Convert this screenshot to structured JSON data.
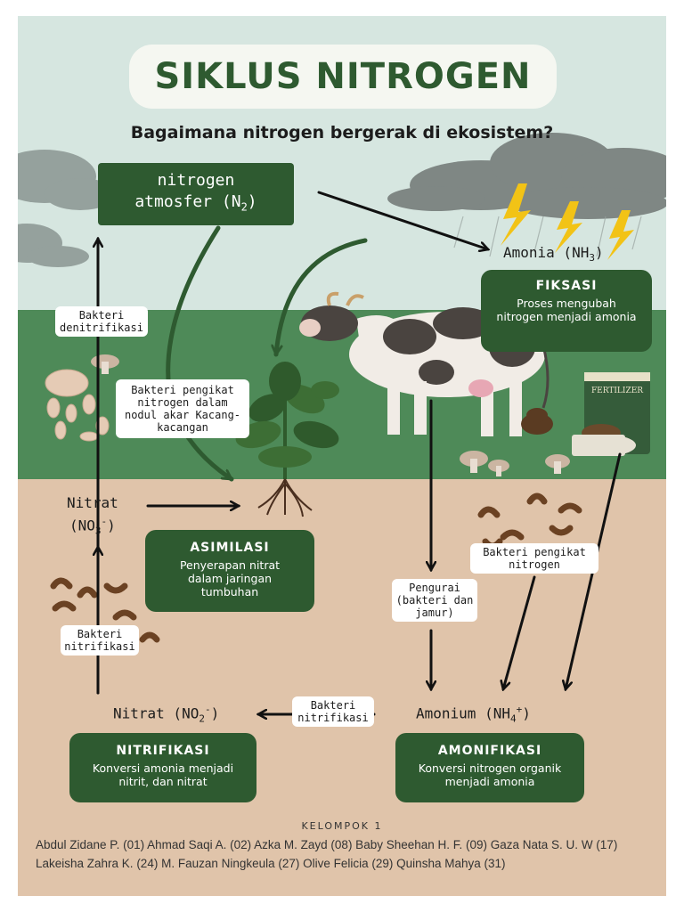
{
  "title": "SIKLUS NITROGEN",
  "subtitle": "Bagaimana nitrogen bergerak di ekosistem?",
  "nodes": {
    "atmosfer_line1": "nitrogen",
    "atmosfer_line2": "atmosfer (N",
    "atmosfer_sub": "2",
    "atmosfer_close": ")",
    "amonia": "Amonia (NH",
    "amonia_sub": "3",
    "amonia_close": ")",
    "nitrat_top_line1": "Nitrat",
    "nitrat_top_line2": "(NO",
    "nitrat_top_sub": "3",
    "nitrat_top_sup": "-",
    "nitrat_top_close": ")",
    "nitrat_bottom": "Nitrat (NO",
    "nitrat_bottom_sub": "2",
    "nitrat_bottom_sup": "-",
    "nitrat_bottom_close": ")",
    "amonium": "Amonium (NH",
    "amonium_sub": "4",
    "amonium_sup": "+",
    "amonium_close": ")"
  },
  "processes": {
    "fiksasi": {
      "heading": "FIKSASI",
      "desc": "Proses mengubah nitrogen menjadi amonia"
    },
    "asimilasi": {
      "heading": "ASIMILASI",
      "desc": "Penyerapan nitrat dalam jaringan tumbuhan"
    },
    "nitrifikasi": {
      "heading": "NITRIFIKASI",
      "desc": "Konversi amonia menjadi nitrit, dan nitrat"
    },
    "amonifikasi": {
      "heading": "AMONIFIKASI",
      "desc": "Konversi nitrogen organik menjadi amonia"
    }
  },
  "labels": {
    "denitrifikasi": "Bakteri denitrifikasi",
    "pengikat_akar": "Bakteri pengikat nitrogen dalam nodul akar Kacang-kacangan",
    "pengikat": "Bakteri pengikat nitrogen",
    "pengurai": "Pengurai (bakteri dan jamur)",
    "nitrifikasi_left": "Bakteri nitrifikasi",
    "nitrifikasi_bottom": "Bakteri nitrifikasi"
  },
  "fertilizer_text": "FERTILIZER",
  "kelompok": "KELOMPOK 1",
  "members": "Abdul Zidane P. (01) Ahmad Saqi A. (02) Azka M. Zayd (08) Baby Sheehan H. F. (09) Gaza Nata S. U. W (17) Lakeisha Zahra K. (24) M. Fauzan Ningkeula (27) Olive Felicia (29) Quinsha Mahya (31)",
  "colors": {
    "sky": "#d6e6e0",
    "grass": "#4e8a58",
    "soil": "#e0c4aa",
    "dark_green": "#2e5a30",
    "bolt": "#f2c316",
    "cloud": "#7f8784"
  }
}
